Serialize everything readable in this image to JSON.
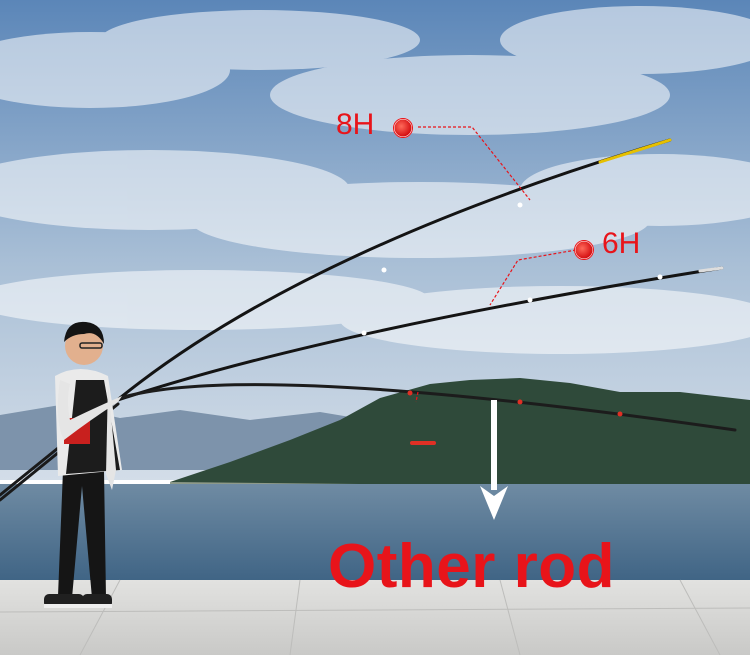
{
  "image": {
    "labels": {
      "rod_8h": "8H",
      "rod_6h": "6H",
      "other_rod": "Other rod"
    },
    "colors": {
      "label_red": "#e8141a",
      "sky_top": "#5b86b8",
      "sky_bottom": "#c9d6e4",
      "water": "#4a6f8f",
      "mountain": "#2f4a3a",
      "pavement": "#d7d7d5"
    },
    "subject": "person-holding-fishing-rods",
    "annotation_icons": [
      "target-dot-icon",
      "target-dot-icon",
      "down-arrow-icon"
    ]
  }
}
